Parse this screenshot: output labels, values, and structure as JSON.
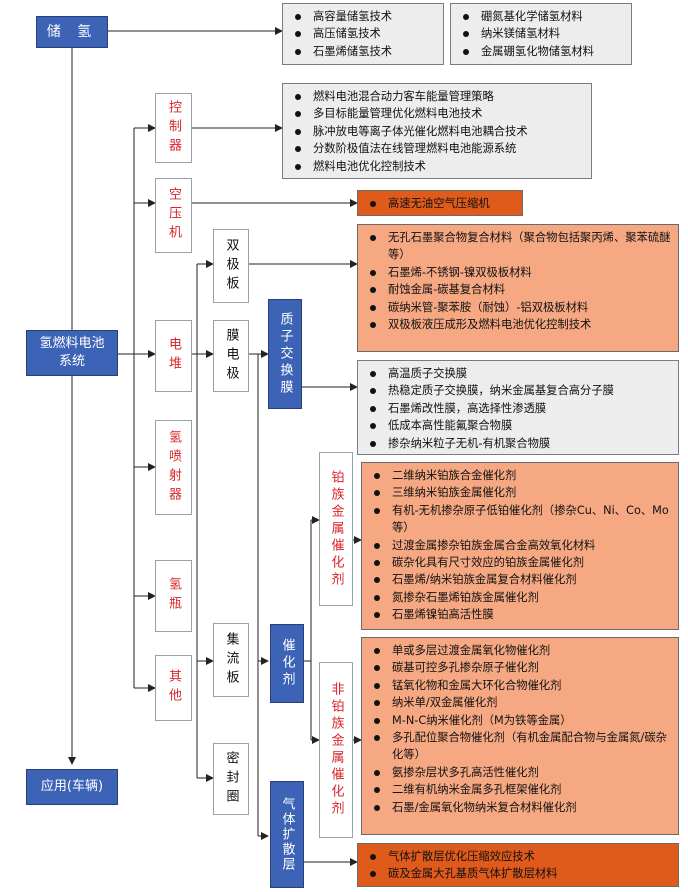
{
  "nodes": {
    "storage": "储 氢",
    "system": "氢燃料电池系统",
    "application": "应用(车辆)",
    "controller": "控制器",
    "compressor": "空压机",
    "stack": "电堆",
    "injector": "氢喷射器",
    "tank": "氢瓶",
    "other": "其他",
    "bipolar_plate": "双极板",
    "membrane_electrode": "膜电极",
    "current_collector": "集流板",
    "seal": "密封圈",
    "pem": "质子交换膜",
    "catalyst": "催化剂",
    "gdl": "气体扩散层",
    "pt_catalyst": "铂族金属催化剂",
    "non_pt_catalyst": "非铂族金属催化剂"
  },
  "lists": {
    "storage_a": [
      "高容量储氢技术",
      "高压储氢技术",
      "石墨烯储氢技术"
    ],
    "storage_b": [
      "硼氮基化学储氢材料",
      "纳米镁储氢材料",
      "金属硼氢化物储氢材料"
    ],
    "controller": [
      "燃料电池混合动力客车能量管理策略",
      "多目标能量管理优化燃料电池技术",
      "脉冲放电等离子体光催化燃料电池耦合技术",
      "分数阶极值法在线管理燃料电池能源系统",
      "燃料电池优化控制技术"
    ],
    "compressor": [
      "高速无油空气压缩机"
    ],
    "bipolar": [
      "无孔石墨聚合物复合材料（聚合物包括聚丙烯、聚苯硫醚等）",
      "石墨烯-不锈钢-镍双极板材料",
      "耐蚀金属-碳基复合材料",
      "碳纳米管-聚苯胺（耐蚀）-铝双极板材料",
      "双极板液压成形及燃料电池优化控制技术"
    ],
    "membrane": [
      "高温质子交换膜",
      "热稳定质子交换膜，纳米金属基复合高分子膜",
      "石墨烯改性膜，高选择性渗透膜",
      "低成本高性能氟聚合物膜",
      "掺杂纳米粒子无机-有机聚合物膜"
    ],
    "pt": [
      "二维纳米铂族合金催化剂",
      "三维纳米铂族金属催化剂",
      "有机-无机掺杂原子低铂催化剂（掺杂Cu、Ni、Co、Mo等）",
      "过渡金属掺杂铂族金属合金高效氧化材料",
      "碳杂化具有尺寸效应的铂族金属催化剂",
      "石墨烯/纳米铂族金属复合材料催化剂",
      "氮掺杂石墨烯铂族金属催化剂",
      "石墨烯镍铂高活性膜"
    ],
    "non_pt": [
      "单或多层过渡金属氧化物催化剂",
      "碳基可控多孔掺杂原子催化剂",
      "锰氧化物和金属大环化合物催化剂",
      "纳米单/双金属催化剂",
      "M-N-C纳米催化剂（M为铁等金属）",
      "多孔配位聚合物催化剂（有机金属配合物与金属氮/碳杂化等）",
      "氨掺杂层状多孔高活性催化剂",
      "二维有机纳米金属多孔框架催化剂",
      "石墨/金属氧化物纳米复合材料催化剂"
    ],
    "gdl": [
      "气体扩散层优化压缩效应技术",
      "碳及金属大孔基质气体扩散层材料"
    ]
  },
  "colors": {
    "blue": "#3d63b6",
    "gray": "#ededed",
    "orange": "#f6a883",
    "dark_orange": "#e05a1c",
    "red_text": "#d9242b"
  }
}
